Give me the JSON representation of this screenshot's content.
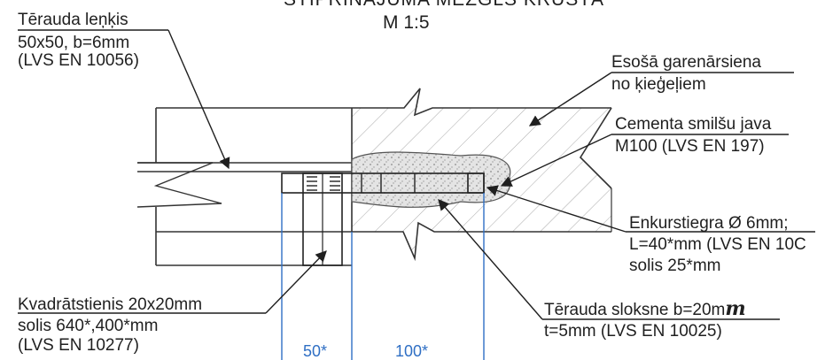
{
  "title": {
    "line1": "STIPRINĀJUMA MEZGLS KRUSTĀ",
    "scale": "M 1:5"
  },
  "labels": {
    "steel_angle": {
      "line1": "Tērauda leņķis",
      "line2": "50x50, b=6mm",
      "line3": "(LVS EN 10056)"
    },
    "existing_wall": {
      "line1": "Esošā garenārsiena",
      "line2": "no ķieģeļiem"
    },
    "mortar": {
      "line1": "Cementa smilšu java",
      "line2": "M100 (LVS EN 197)"
    },
    "anchor": {
      "line1": "Enkurstiegra Ø 6mm;",
      "line2": "L=40*mm (LVS EN 10C",
      "line3": "solis 25*mm"
    },
    "square_bar": {
      "line1": "Kvadrātstienis 20x20mm",
      "line2": "solis 640*,400*mm",
      "line3": "(LVS EN 10277)"
    },
    "steel_strip": {
      "line1": "Tērauda sloksne b=20m",
      "line1_hand": "m",
      "line2": "t=5mm (LVS EN 10025)"
    }
  },
  "dimensions": {
    "d1": "50*",
    "d2": "100*"
  },
  "colors": {
    "ink": "#1f1f1f",
    "dimension": "#2f6fc4",
    "mortar": "#cfcfcf",
    "hatch": "#9a9a9a"
  }
}
